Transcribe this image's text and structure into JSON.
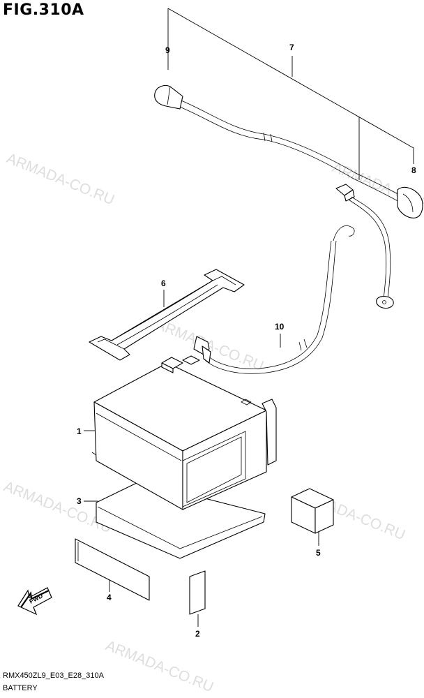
{
  "figure": {
    "title": "FIG.310A",
    "model_code": "RMX450ZL9_E03_E28_310A",
    "section_name": "BATTERY"
  },
  "watermarks": [
    "ARMADA-CO.RU",
    "ARMADA-CO.RU",
    "ARMADA-CO.RU",
    "ARMADA-CO.RU",
    "ARMADA-CO.RU",
    "ARMADA-CO.RU"
  ],
  "callouts": [
    "1",
    "2",
    "3",
    "4",
    "5",
    "6",
    "7",
    "8",
    "9",
    "10"
  ],
  "fwd_label": "FWD"
}
